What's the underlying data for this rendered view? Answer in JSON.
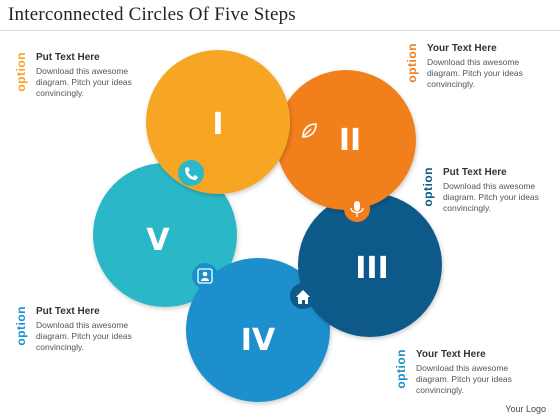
{
  "title": "Interconnected Circles Of Five Steps",
  "logo": "Your Logo",
  "colors": {
    "yellow": "#F6A623",
    "orange": "#F07F1B",
    "navy": "#0E5A8A",
    "blue": "#1A8FCC",
    "teal": "#2BB8C8"
  },
  "steps": [
    {
      "numeral": "I",
      "color": "#F6A623",
      "icon": "leaf-icon"
    },
    {
      "numeral": "II",
      "color": "#F07F1B",
      "icon": "microphone-icon"
    },
    {
      "numeral": "III",
      "color": "#0E5A8A",
      "icon": "house-icon"
    },
    {
      "numeral": "IV",
      "color": "#1A8FCC",
      "icon": "person-icon"
    },
    {
      "numeral": "V",
      "color": "#2BB8C8",
      "icon": "phone-icon"
    }
  ],
  "blocks": [
    {
      "option": "option",
      "heading": "Put Text Here",
      "body": "Download this awesome diagram. Pitch your ideas convincingly.",
      "color": "#F6A623"
    },
    {
      "option": "option",
      "heading": "Your Text Here",
      "body": "Download this awesome diagram. Pitch your ideas convincingly.",
      "color": "#F07F1B"
    },
    {
      "option": "option",
      "heading": "Put Text Here",
      "body": "Download this awesome diagram. Pitch your ideas convincingly.",
      "color": "#0E5A8A"
    },
    {
      "option": "option",
      "heading": "Put Text Here",
      "body": "Download this awesome diagram. Pitch your ideas convincingly.",
      "color": "#1A8FCC"
    },
    {
      "option": "option",
      "heading": "Your Text Here",
      "body": "Download this awesome diagram. Pitch your ideas convincingly.",
      "color": "#1A8FCC"
    }
  ]
}
